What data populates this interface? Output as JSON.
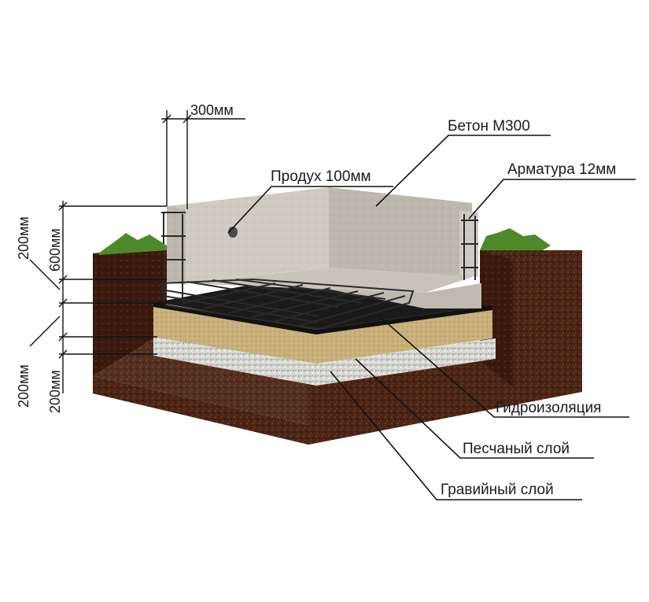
{
  "labels": {
    "beton": "Бетон М300",
    "produkh": "Продух 100мм",
    "armatura": "Арматура 12мм",
    "gidro": "Гидроизоляция",
    "pesok": "Песчаный слой",
    "gravii": "Гравийный слой"
  },
  "dimensions": {
    "wall_width": "300мм",
    "wall_height": "600мм",
    "slab_outer": "200мм",
    "layers_outer": "200мм",
    "layer_inner": "200мм"
  },
  "colors": {
    "soil": "#4a2414",
    "soil_dark": "#2e130a",
    "sand": "#c9b07a",
    "gravel": "#d7d7d3",
    "concrete": "#cfcbc3",
    "concrete_dark": "#b5b1a8",
    "grass": "#4f8a2a",
    "rebar": "#2a2a2a"
  }
}
